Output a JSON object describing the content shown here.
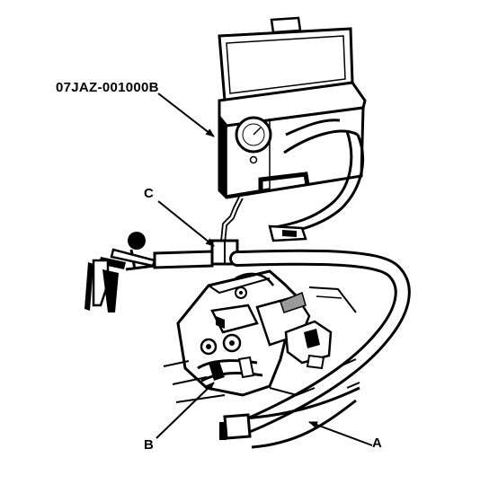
{
  "labels": {
    "part_number": "07JAZ-001000B",
    "callout_a": "A",
    "callout_b": "B",
    "callout_c": "C"
  },
  "colors": {
    "ink": "#000000",
    "paper": "#ffffff",
    "shade": "#9a9a9a"
  }
}
